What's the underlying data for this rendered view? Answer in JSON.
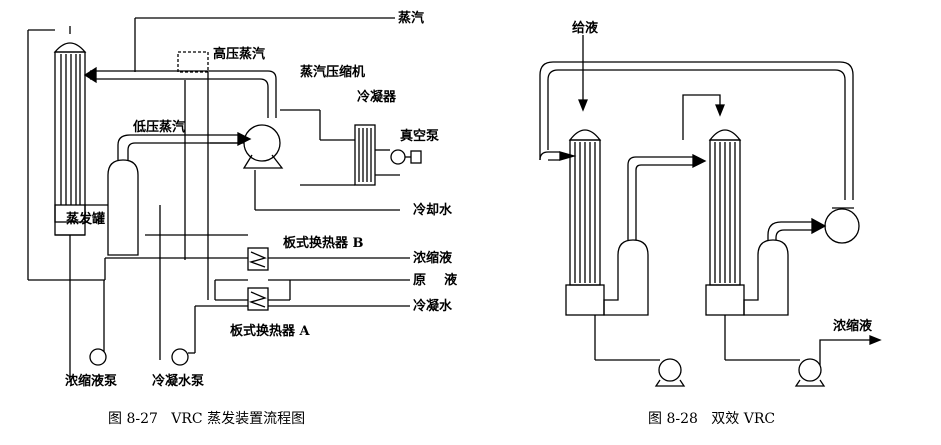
{
  "figure1": {
    "caption": "图 8-27   VRC 蒸发装置流程图",
    "labels": {
      "steam": "蒸汽",
      "high_pressure_steam": "高压蒸汽",
      "vapor_compressor": "蒸汽压缩机",
      "condenser": "冷凝器",
      "low_pressure_steam": "低压蒸汽",
      "vacuum_pump": "真空泵",
      "cooling_water": "冷却水",
      "evaporator_tank": "蒸发罐",
      "plate_heat_exchanger_b": "板式换热器 B",
      "concentrate": "浓缩液",
      "raw_liquid": "原    液",
      "condensate_water": "冷凝水",
      "plate_heat_exchanger_a": "板式换热器 A",
      "concentrate_pump": "浓缩液泵",
      "condensate_pump": "冷凝水泵"
    }
  },
  "figure2": {
    "caption": "图 8-28   双效 VRC",
    "labels": {
      "feed_liquid": "给液",
      "concentrate": "浓缩液"
    }
  }
}
